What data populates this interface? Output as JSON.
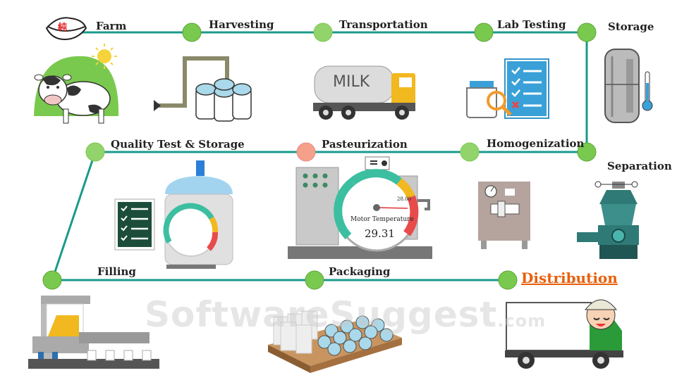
{
  "steps": {
    "farm": "Farm",
    "harvesting": "Harvesting",
    "transportation": "Transportation",
    "lab_testing": "Lab Testing",
    "storage": "Storage",
    "separation": "Separation",
    "homogenization": "Homogenization",
    "pasteurization": "Pasteurization",
    "quality_test_storage": "Quality Test & Storage",
    "filling": "Filling",
    "packaging": "Packaging",
    "distribution": "Distribution"
  },
  "truck_text": "MILK",
  "gauge": {
    "label": "Motor Temperature",
    "value": "29.31",
    "max_label": "28.00"
  },
  "farm_logo_text": "純",
  "watermark": {
    "main": "SoftwareSuggest",
    "suffix": ".com"
  },
  "colors": {
    "line": "#1a9b8a",
    "node": "#7ac94f",
    "node_alert": "#f4a08a",
    "link": "#e8600c"
  }
}
